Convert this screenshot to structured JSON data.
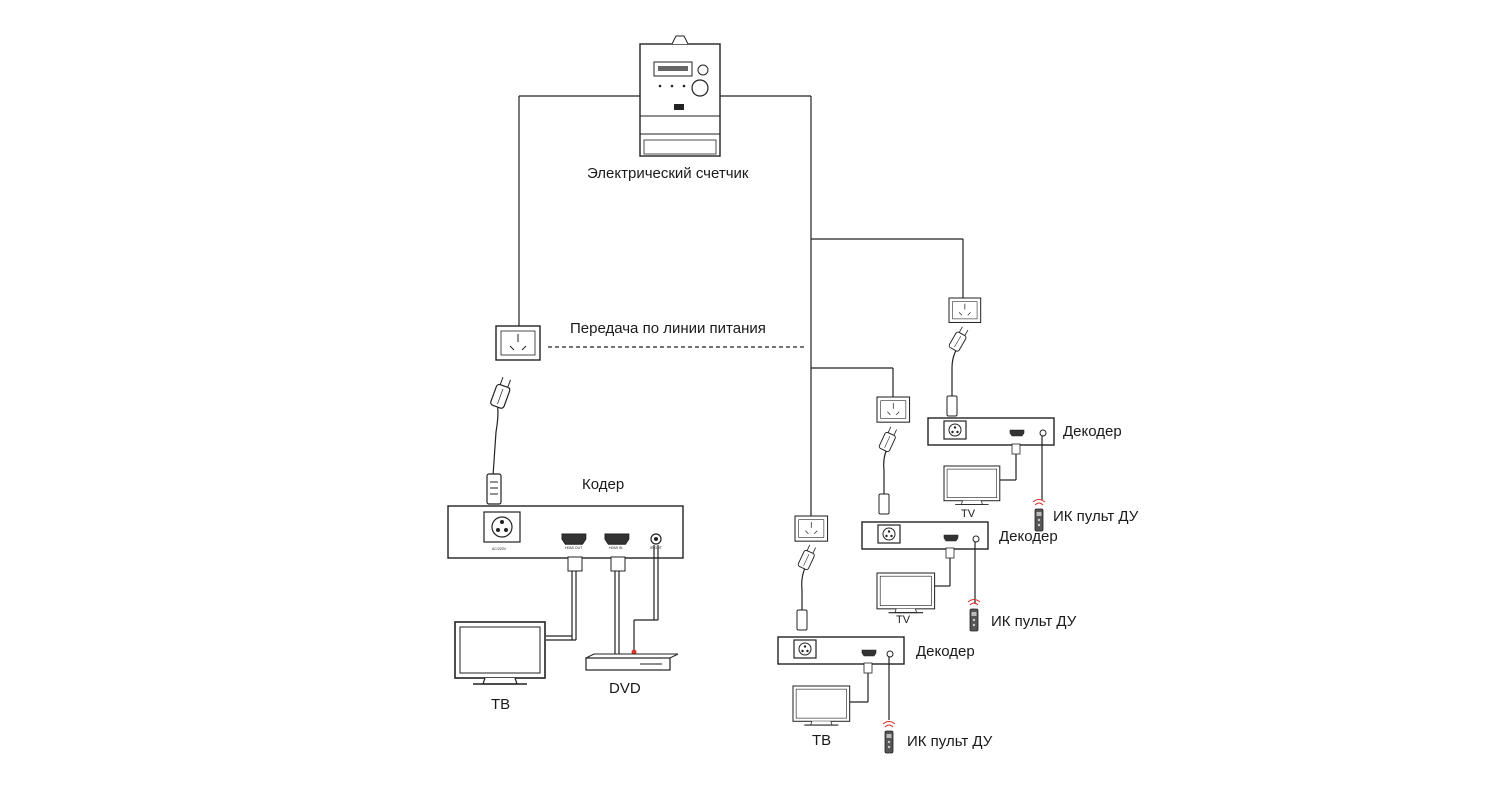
{
  "labels": {
    "meter": "Электрический счетчик",
    "plc": "Передача по линии питания",
    "encoder": "Кодер",
    "encoder_tv": "ТВ",
    "dvd": "DVD",
    "decoder1": "Декодер",
    "decoder1_tv": "ТВ",
    "decoder1_ir": "ИК пульт ДУ",
    "decoder2": "Декодер",
    "decoder2_tv": "TV",
    "decoder2_ir": "ИК пульт ДУ",
    "decoder3": "Декодер",
    "decoder3_tv": "TV",
    "decoder3_ir": "ИК пульт ДУ"
  },
  "ports": {
    "power": "AC/220V",
    "hdmi_out": "HDMI OUT",
    "hdmi_in": "HDMI IN",
    "ir_out": "IR OUT"
  },
  "colors": {
    "line": "#222222",
    "ir_signal": "#d9342b"
  }
}
